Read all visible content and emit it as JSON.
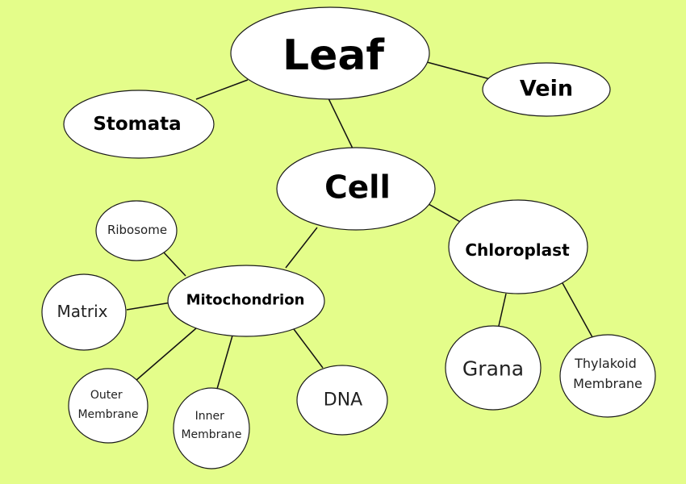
{
  "background_color": "#e4fd8a",
  "nodes": {
    "leaf": {
      "label": "Leaf"
    },
    "vein": {
      "label": "Vein"
    },
    "stomata": {
      "label": "Stomata"
    },
    "cell": {
      "label": "Cell"
    },
    "chloroplast": {
      "label": "Chloroplast"
    },
    "mitochondrion": {
      "label": "Mitochondrion"
    },
    "ribosome": {
      "label": "Ribosome"
    },
    "matrix": {
      "label": "Matrix"
    },
    "outer_membrane": {
      "line1": "Outer",
      "line2": "Membrane"
    },
    "inner_membrane": {
      "line1": "Inner",
      "line2": "Membrane"
    },
    "dna": {
      "label": "DNA"
    },
    "grana": {
      "label": "Grana"
    },
    "thylakoid_membrane": {
      "line1": "Thylakoid",
      "line2": "Membrane"
    }
  },
  "edges": [
    {
      "from": "leaf",
      "to": "stomata"
    },
    {
      "from": "leaf",
      "to": "vein"
    },
    {
      "from": "leaf",
      "to": "cell"
    },
    {
      "from": "cell",
      "to": "mitochondrion"
    },
    {
      "from": "cell",
      "to": "chloroplast"
    },
    {
      "from": "mitochondrion",
      "to": "ribosome"
    },
    {
      "from": "mitochondrion",
      "to": "matrix"
    },
    {
      "from": "mitochondrion",
      "to": "outer_membrane"
    },
    {
      "from": "mitochondrion",
      "to": "inner_membrane"
    },
    {
      "from": "mitochondrion",
      "to": "dna"
    },
    {
      "from": "chloroplast",
      "to": "grana"
    },
    {
      "from": "chloroplast",
      "to": "thylakoid_membrane"
    }
  ]
}
